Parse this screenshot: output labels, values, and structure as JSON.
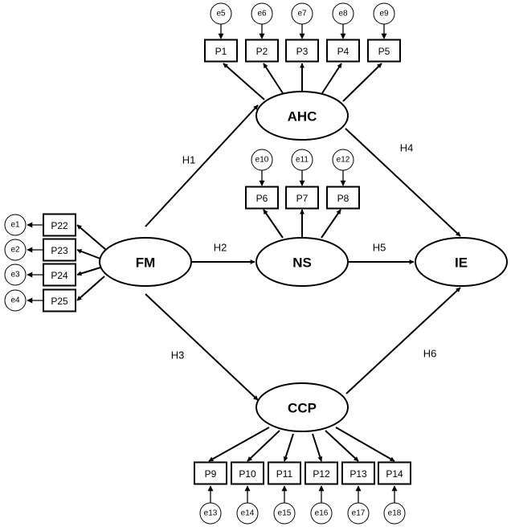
{
  "latents": {
    "FM": "FM",
    "AHC": "AHC",
    "NS": "NS",
    "CCP": "CCP",
    "IE": "IE"
  },
  "hypotheses": [
    "H1",
    "H2",
    "H3",
    "H4",
    "H5",
    "H6"
  ],
  "indicators": {
    "AHC": [
      "P1",
      "P2",
      "P3",
      "P4",
      "P5"
    ],
    "NS": [
      "P6",
      "P7",
      "P8"
    ],
    "CCP": [
      "P9",
      "P10",
      "P11",
      "P12",
      "P13",
      "P14"
    ],
    "FM": [
      "P22",
      "P23",
      "P24",
      "P25"
    ]
  },
  "errors": {
    "AHC": [
      "e5",
      "e6",
      "e7",
      "e8",
      "e9"
    ],
    "NS": [
      "e10",
      "e11",
      "e12"
    ],
    "CCP": [
      "e13",
      "e14",
      "e15",
      "e16",
      "e17",
      "e18"
    ],
    "FM": [
      "e1",
      "e2",
      "e3",
      "e4"
    ]
  },
  "paths": [
    {
      "from": "FM",
      "to": "AHC",
      "label": "H1"
    },
    {
      "from": "FM",
      "to": "NS",
      "label": "H2"
    },
    {
      "from": "FM",
      "to": "CCP",
      "label": "H3"
    },
    {
      "from": "AHC",
      "to": "IE",
      "label": "H4"
    },
    {
      "from": "NS",
      "to": "IE",
      "label": "H5"
    },
    {
      "from": "CCP",
      "to": "IE",
      "label": "H6"
    }
  ]
}
